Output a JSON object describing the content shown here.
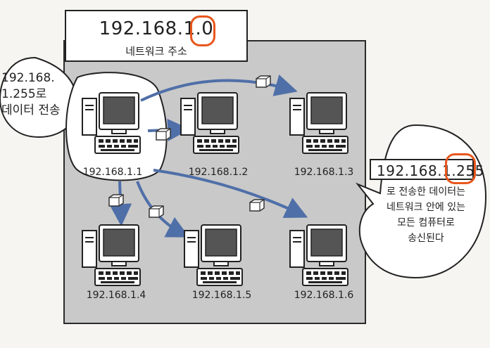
{
  "network_card": {
    "address": "192.168.1.0",
    "caption": "네트워크 주소"
  },
  "sender_note": {
    "line1": "192.168.",
    "line2": "1.255로",
    "line3": "데이터 전송"
  },
  "broadcast": {
    "address": "192.168.1.255",
    "note_lines": [
      "로 전송한 데이터는",
      "네트워크 안에 있는",
      "모든 컴퓨터로",
      "송신된다"
    ]
  },
  "computers": [
    {
      "id": "pc-1",
      "ip": "192.168.1.1"
    },
    {
      "id": "pc-2",
      "ip": "192.168.1.2"
    },
    {
      "id": "pc-3",
      "ip": "192.168.1.3"
    },
    {
      "id": "pc-4",
      "ip": "192.168.1.4"
    },
    {
      "id": "pc-5",
      "ip": "192.168.1.5"
    },
    {
      "id": "pc-6",
      "ip": "192.168.1.6"
    }
  ],
  "colors": {
    "arrow": "#4f6fa8",
    "highlight": "#e8561c",
    "panel": "#c9c9c9"
  }
}
